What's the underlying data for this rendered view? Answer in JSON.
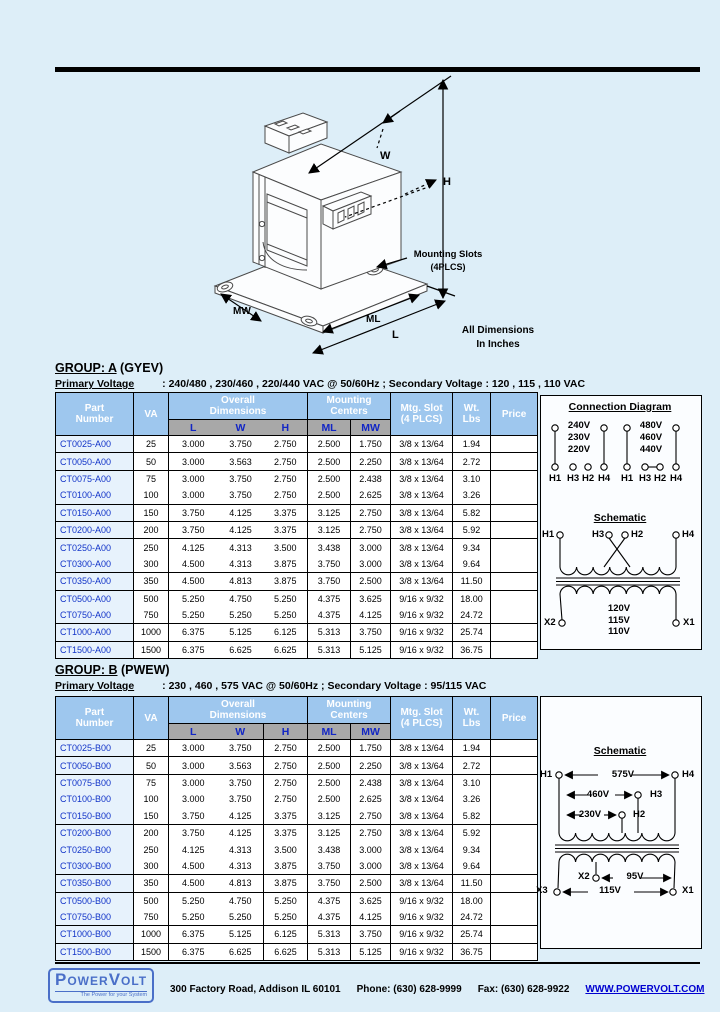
{
  "colors": {
    "page_bg": "#ddeef8",
    "table_header_blue": "#9ec7ee",
    "subheader_gray": "#a8a8a8",
    "part_cell_bg": "#e7f2fc",
    "part_text_blue": "#1133c8",
    "link_blue": "#0000d0",
    "logo_blue": "#4a6fc8"
  },
  "drawing": {
    "w_label": "W",
    "h_label": "H",
    "mw_label": "MW",
    "ml_label": "ML",
    "l_label": "L",
    "mounting_slots": "Mounting Slots",
    "plcs": "(4PLCS)",
    "all_dims_line1": "All Dimensions",
    "all_dims_line2": "In Inches"
  },
  "groups": [
    {
      "heading": "GROUP: A",
      "heading_suffix": " (GYEV)",
      "primary_label": "Primary Voltage",
      "voltage_rest": ": 240/480 , 230/460 , 220/440 VAC  @ 50/60Hz   ;   Secondary Voltage : 120 , 115 , 110  VAC",
      "table": {
        "columns": {
          "part": "Part\nNumber",
          "va": "VA",
          "dims": "Overall\nDimensions",
          "centers": "Mounting\nCenters",
          "l": "L",
          "w": "W",
          "h": "H",
          "ml": "ML",
          "mw": "MW",
          "slot": "Mtg. Slot\n(4 PLCS)",
          "wt": "Wt.\nLbs",
          "price": "Price"
        },
        "group_ends": [
          0,
          1,
          3,
          4,
          5,
          7,
          8,
          10,
          11
        ],
        "rows": [
          {
            "part": "CT0025-A00",
            "va": "25",
            "l": "3.000",
            "w": "3.750",
            "h": "2.750",
            "ml": "2.500",
            "mw": "1.750",
            "slot": "3/8 x 13/64",
            "wt": "1.94",
            "price": ""
          },
          {
            "part": "CT0050-A00",
            "va": "50",
            "l": "3.000",
            "w": "3.563",
            "h": "2.750",
            "ml": "2.500",
            "mw": "2.250",
            "slot": "3/8 x 13/64",
            "wt": "2.72",
            "price": ""
          },
          {
            "part": "CT0075-A00",
            "va": "75",
            "l": "3.000",
            "w": "3.750",
            "h": "2.750",
            "ml": "2.500",
            "mw": "2.438",
            "slot": "3/8 x 13/64",
            "wt": "3.10",
            "price": ""
          },
          {
            "part": "CT0100-A00",
            "va": "100",
            "l": "3.000",
            "w": "3.750",
            "h": "2.750",
            "ml": "2.500",
            "mw": "2.625",
            "slot": "3/8 x 13/64",
            "wt": "3.26",
            "price": ""
          },
          {
            "part": "CT0150-A00",
            "va": "150",
            "l": "3.750",
            "w": "4.125",
            "h": "3.375",
            "ml": "3.125",
            "mw": "2.750",
            "slot": "3/8 x 13/64",
            "wt": "5.82",
            "price": ""
          },
          {
            "part": "CT0200-A00",
            "va": "200",
            "l": "3.750",
            "w": "4.125",
            "h": "3.375",
            "ml": "3.125",
            "mw": "2.750",
            "slot": "3/8 x 13/64",
            "wt": "5.92",
            "price": ""
          },
          {
            "part": "CT0250-A00",
            "va": "250",
            "l": "4.125",
            "w": "4.313",
            "h": "3.500",
            "ml": "3.438",
            "mw": "3.000",
            "slot": "3/8 x 13/64",
            "wt": "9.34",
            "price": ""
          },
          {
            "part": "CT0300-A00",
            "va": "300",
            "l": "4.500",
            "w": "4.313",
            "h": "3.875",
            "ml": "3.750",
            "mw": "3.000",
            "slot": "3/8 x 13/64",
            "wt": "9.64",
            "price": ""
          },
          {
            "part": "CT0350-A00",
            "va": "350",
            "l": "4.500",
            "w": "4.813",
            "h": "3.875",
            "ml": "3.750",
            "mw": "2.500",
            "slot": "3/8 x 13/64",
            "wt": "11.50",
            "price": ""
          },
          {
            "part": "CT0500-A00",
            "va": "500",
            "l": "5.250",
            "w": "4.750",
            "h": "5.250",
            "ml": "4.375",
            "mw": "3.625",
            "slot": "9/16 x 9/32",
            "wt": "18.00",
            "price": ""
          },
          {
            "part": "CT0750-A00",
            "va": "750",
            "l": "5.250",
            "w": "5.250",
            "h": "5.250",
            "ml": "4.375",
            "mw": "4.125",
            "slot": "9/16 x 9/32",
            "wt": "24.72",
            "price": ""
          },
          {
            "part": "CT1000-A00",
            "va": "1000",
            "l": "6.375",
            "w": "5.125",
            "h": "6.125",
            "ml": "5.313",
            "mw": "3.750",
            "slot": "9/16 x 9/32",
            "wt": "25.74",
            "price": ""
          },
          {
            "part": "CT1500-A00",
            "va": "1500",
            "l": "6.375",
            "w": "6.625",
            "h": "6.625",
            "ml": "5.313",
            "mw": "5.125",
            "slot": "9/16 x 9/32",
            "wt": "36.75",
            "price": ""
          }
        ]
      },
      "connection": {
        "title": "Connection Diagram",
        "left_voltages": "240V\n230V\n220V",
        "right_voltages": "480V\n460V\n440V",
        "terminals": [
          "H1",
          "H3",
          "H2",
          "H4",
          "H1",
          "H3",
          "H2",
          "H4"
        ]
      },
      "schematic": {
        "title": "Schematic",
        "h1": "H1",
        "h3": "H3",
        "h2": "H2",
        "h4": "H4",
        "secondary_voltages": "120V\n115V\n110V",
        "x2": "X2",
        "x1": "X1"
      }
    },
    {
      "heading": "GROUP: B",
      "heading_suffix": " (PWEW)",
      "primary_label": "Primary Voltage",
      "voltage_rest": ": 230 , 460 , 575 VAC  @ 50/60Hz  ;   Secondary Voltage : 95/115 VAC",
      "table": {
        "columns": {
          "part": "Part\nNumber",
          "va": "VA",
          "dims": "Overall\nDimensions",
          "centers": "Mounting\nCenters",
          "l": "L",
          "w": "W",
          "h": "H",
          "ml": "ML",
          "mw": "MW",
          "slot": "Mtg. Slot\n(4 PLCS)",
          "wt": "Wt.\nLbs",
          "price": "Price"
        },
        "group_ends": [
          0,
          1,
          4,
          7,
          8,
          10,
          11
        ],
        "rows": [
          {
            "part": "CT0025-B00",
            "va": "25",
            "l": "3.000",
            "w": "3.750",
            "h": "2.750",
            "ml": "2.500",
            "mw": "1.750",
            "slot": "3/8 x 13/64",
            "wt": "1.94",
            "price": ""
          },
          {
            "part": "CT0050-B00",
            "va": "50",
            "l": "3.000",
            "w": "3.563",
            "h": "2.750",
            "ml": "2.500",
            "mw": "2.250",
            "slot": "3/8 x 13/64",
            "wt": "2.72",
            "price": ""
          },
          {
            "part": "CT0075-B00",
            "va": "75",
            "l": "3.000",
            "w": "3.750",
            "h": "2.750",
            "ml": "2.500",
            "mw": "2.438",
            "slot": "3/8 x 13/64",
            "wt": "3.10",
            "price": ""
          },
          {
            "part": "CT0100-B00",
            "va": "100",
            "l": "3.000",
            "w": "3.750",
            "h": "2.750",
            "ml": "2.500",
            "mw": "2.625",
            "slot": "3/8 x 13/64",
            "wt": "3.26",
            "price": ""
          },
          {
            "part": "CT0150-B00",
            "va": "150",
            "l": "3.750",
            "w": "4.125",
            "h": "3.375",
            "ml": "3.125",
            "mw": "2.750",
            "slot": "3/8 x 13/64",
            "wt": "5.82",
            "price": ""
          },
          {
            "part": "CT0200-B00",
            "va": "200",
            "l": "3.750",
            "w": "4.125",
            "h": "3.375",
            "ml": "3.125",
            "mw": "2.750",
            "slot": "3/8 x 13/64",
            "wt": "5.92",
            "price": ""
          },
          {
            "part": "CT0250-B00",
            "va": "250",
            "l": "4.125",
            "w": "4.313",
            "h": "3.500",
            "ml": "3.438",
            "mw": "3.000",
            "slot": "3/8 x 13/64",
            "wt": "9.34",
            "price": ""
          },
          {
            "part": "CT0300-B00",
            "va": "300",
            "l": "4.500",
            "w": "4.313",
            "h": "3.875",
            "ml": "3.750",
            "mw": "3.000",
            "slot": "3/8 x 13/64",
            "wt": "9.64",
            "price": ""
          },
          {
            "part": "CT0350-B00",
            "va": "350",
            "l": "4.500",
            "w": "4.813",
            "h": "3.875",
            "ml": "3.750",
            "mw": "2.500",
            "slot": "3/8 x 13/64",
            "wt": "11.50",
            "price": ""
          },
          {
            "part": "CT0500-B00",
            "va": "500",
            "l": "5.250",
            "w": "4.750",
            "h": "5.250",
            "ml": "4.375",
            "mw": "3.625",
            "slot": "9/16 x 9/32",
            "wt": "18.00",
            "price": ""
          },
          {
            "part": "CT0750-B00",
            "va": "750",
            "l": "5.250",
            "w": "5.250",
            "h": "5.250",
            "ml": "4.375",
            "mw": "4.125",
            "slot": "9/16 x 9/32",
            "wt": "24.72",
            "price": ""
          },
          {
            "part": "CT1000-B00",
            "va": "1000",
            "l": "6.375",
            "w": "5.125",
            "h": "6.125",
            "ml": "5.313",
            "mw": "3.750",
            "slot": "9/16 x 9/32",
            "wt": "25.74",
            "price": ""
          },
          {
            "part": "CT1500-B00",
            "va": "1500",
            "l": "6.375",
            "w": "6.625",
            "h": "6.625",
            "ml": "5.313",
            "mw": "5.125",
            "slot": "9/16 x 9/32",
            "wt": "36.75",
            "price": ""
          }
        ]
      },
      "schematic": {
        "title": "Schematic",
        "h1": "H1",
        "h4": "H4",
        "h3": "H3",
        "h2": "H2",
        "v575": "575V",
        "v460": "460V",
        "v230": "230V",
        "x2": "X2",
        "x3": "X3",
        "x1": "X1",
        "v95": "95V",
        "v115": "115V"
      }
    }
  ],
  "footer": {
    "logo_p1": "P",
    "logo_p2": "OWER",
    "logo_p3": "V",
    "logo_p4": "OLT",
    "logo_tagline": "The Power for your System",
    "address": "300 Factory Road, Addison IL 60101",
    "phone": "Phone: (630) 628-9999",
    "fax": "Fax: (630) 628-9922",
    "url": "WWW.POWERVOLT.COM"
  }
}
